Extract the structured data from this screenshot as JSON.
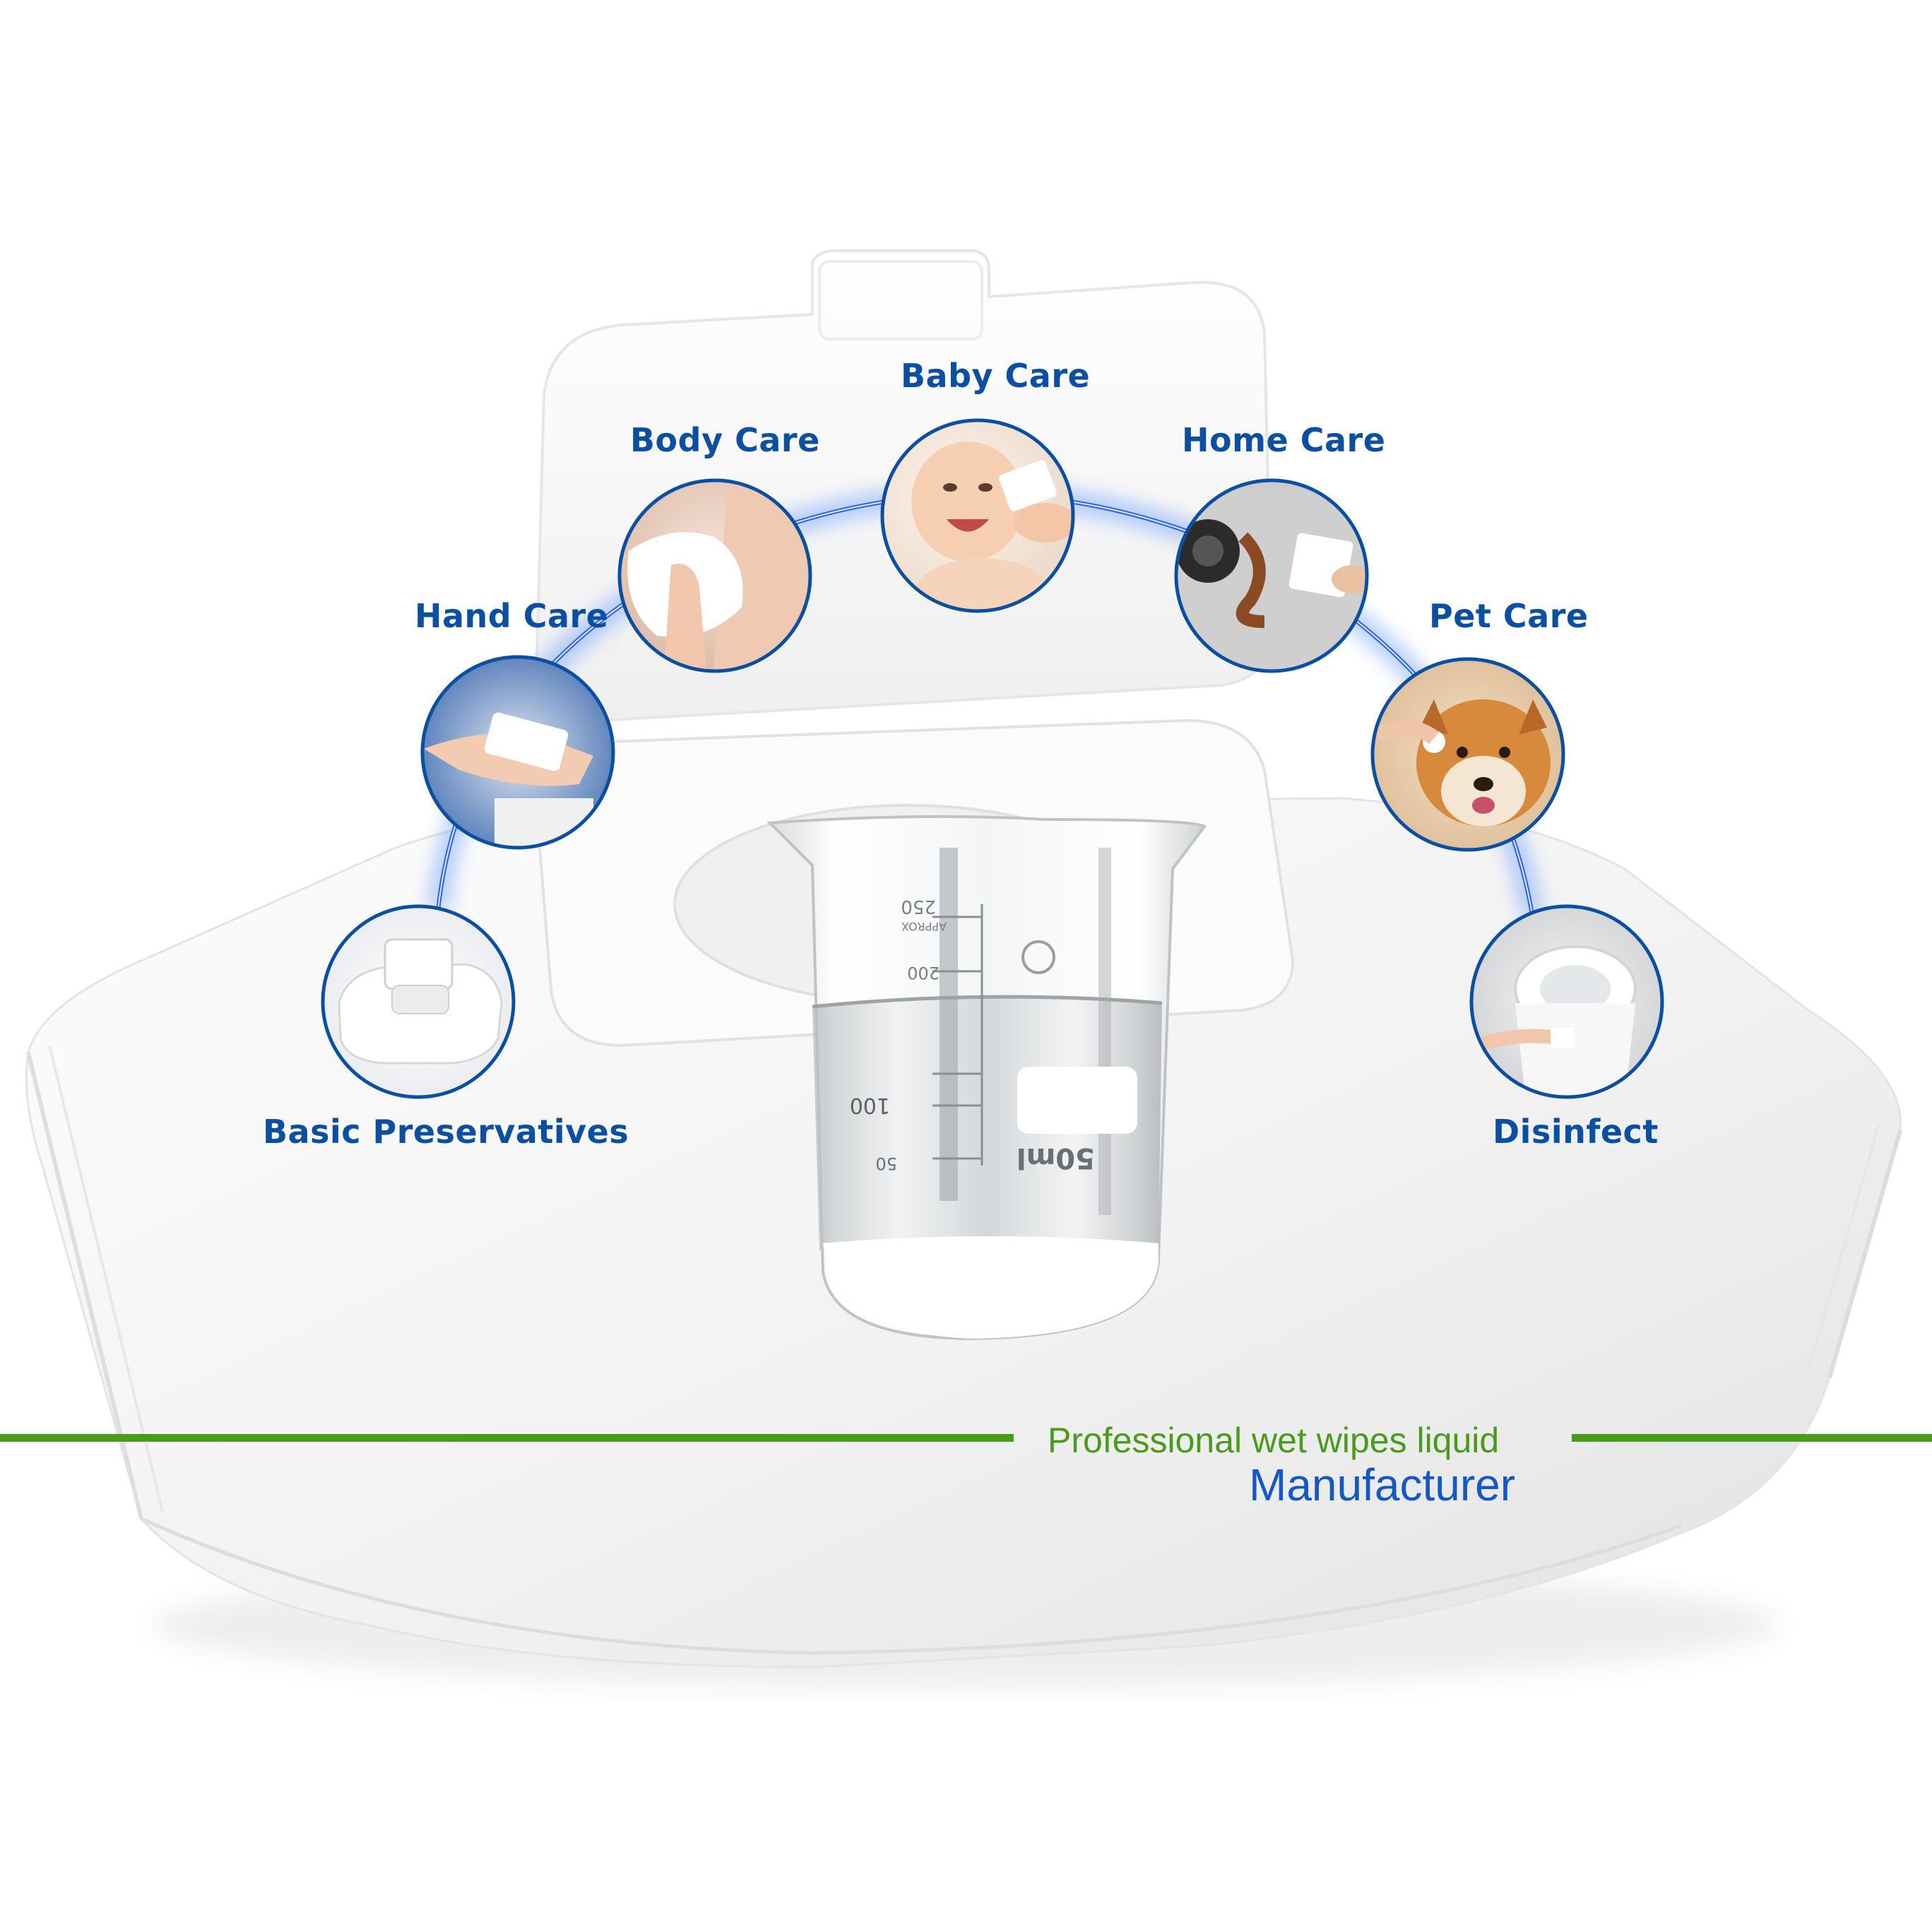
{
  "categories": [
    {
      "label": "Baby Care",
      "icon": "baby-wipe-icon"
    },
    {
      "label": "Body Care",
      "icon": "face-wipe-icon"
    },
    {
      "label": "Home Care",
      "icon": "stove-wipe-icon"
    },
    {
      "label": "Hand Care",
      "icon": "hand-wipe-icon"
    },
    {
      "label": "Pet Care",
      "icon": "dog-wipe-icon"
    },
    {
      "label": "Basic Preservatives",
      "icon": "wipes-pack-icon"
    },
    {
      "label": "Disinfect",
      "icon": "toilet-wipe-icon"
    }
  ],
  "beaker": {
    "marks": [
      "250",
      "APPROX",
      "200",
      "100",
      "50",
      "50ml"
    ]
  },
  "tagline": {
    "line1": "Professional wet wipes liquid",
    "line2": "Manufacturer"
  },
  "colors": {
    "label_blue": "#0b4fa2",
    "tagline_green": "#4a9a1c",
    "tagline_blue": "#1458c3",
    "arc_glow": "#3a7bff"
  }
}
